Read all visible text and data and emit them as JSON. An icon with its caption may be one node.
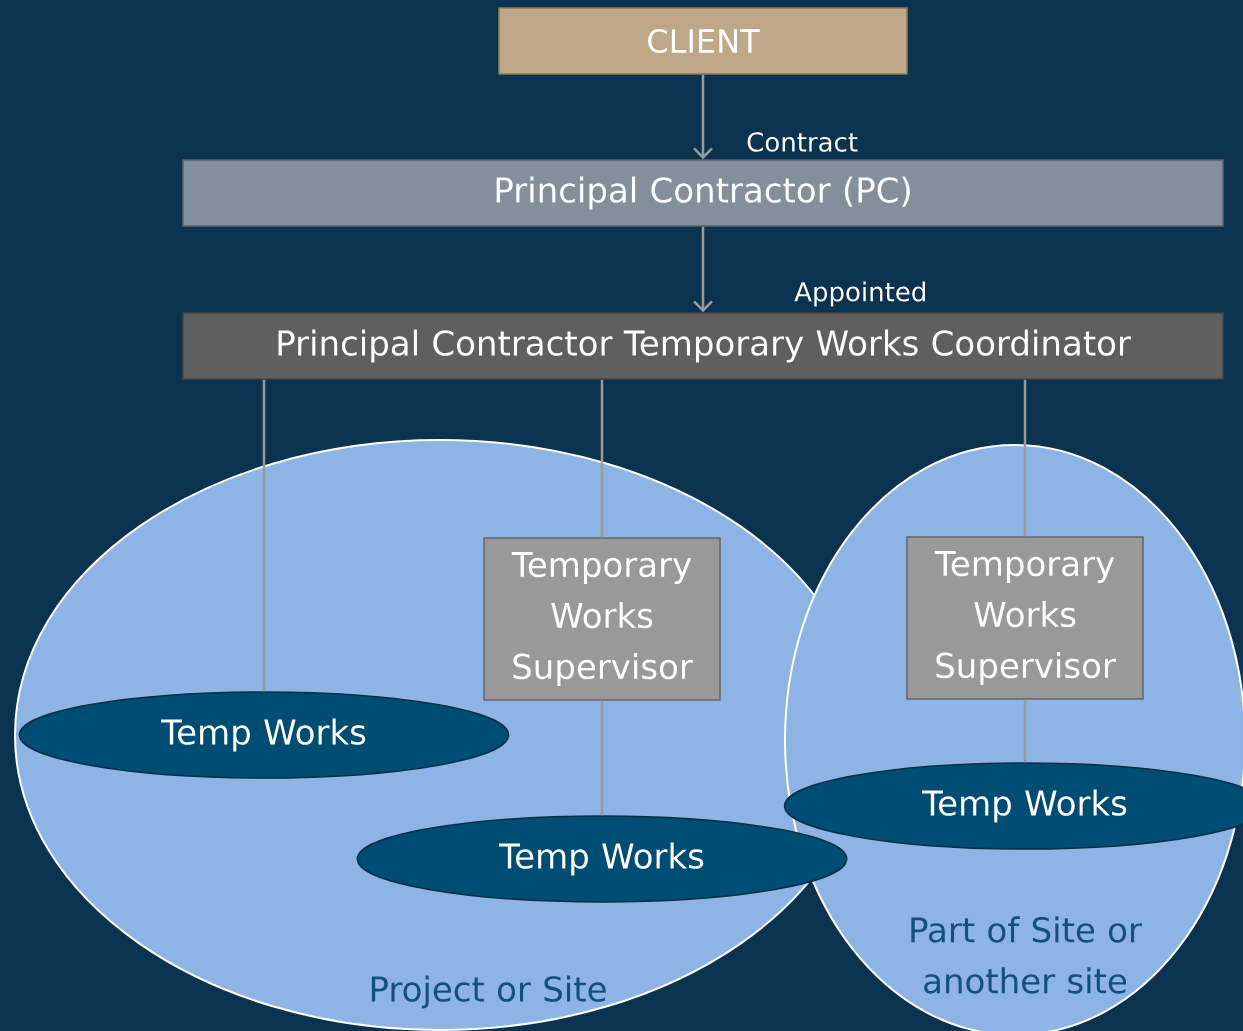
{
  "diagram": {
    "nodes": [
      {
        "text": [
          "CLIENT"
        ]
      },
      {
        "text": [
          "Principal Contractor (PC)"
        ]
      },
      {
        "text": [
          "Principal Contractor Temporary Works Coordinator"
        ]
      },
      {
        "text": [
          "Project or Site"
        ]
      },
      {
        "text": [
          "Temp Works"
        ],
        "in": 3
      },
      {
        "text": [
          "Temporary Works Supervisor"
        ],
        "in": 3
      },
      {
        "text": [
          "Temp Works"
        ],
        "in": 3
      },
      {
        "text": [
          "Part of Site or another site"
        ]
      },
      {
        "text": [
          "Temporary Works Supervisor"
        ],
        "in": 7
      },
      {
        "text": [
          "Temp Works"
        ],
        "in": 7
      }
    ],
    "edges": [
      {
        "from": 0,
        "to": 1,
        "arrow": "to",
        "label": "Contract"
      },
      {
        "from": 1,
        "to": 2,
        "arrow": "to",
        "label": "Appointed"
      },
      {
        "from": 2,
        "to": 4,
        "arrow": "none"
      },
      {
        "from": 2,
        "to": 5,
        "arrow": "none"
      },
      {
        "from": 5,
        "to": 6,
        "arrow": "none"
      },
      {
        "from": 2,
        "to": 8,
        "arrow": "none"
      },
      {
        "from": 8,
        "to": 9,
        "arrow": "none"
      }
    ]
  }
}
